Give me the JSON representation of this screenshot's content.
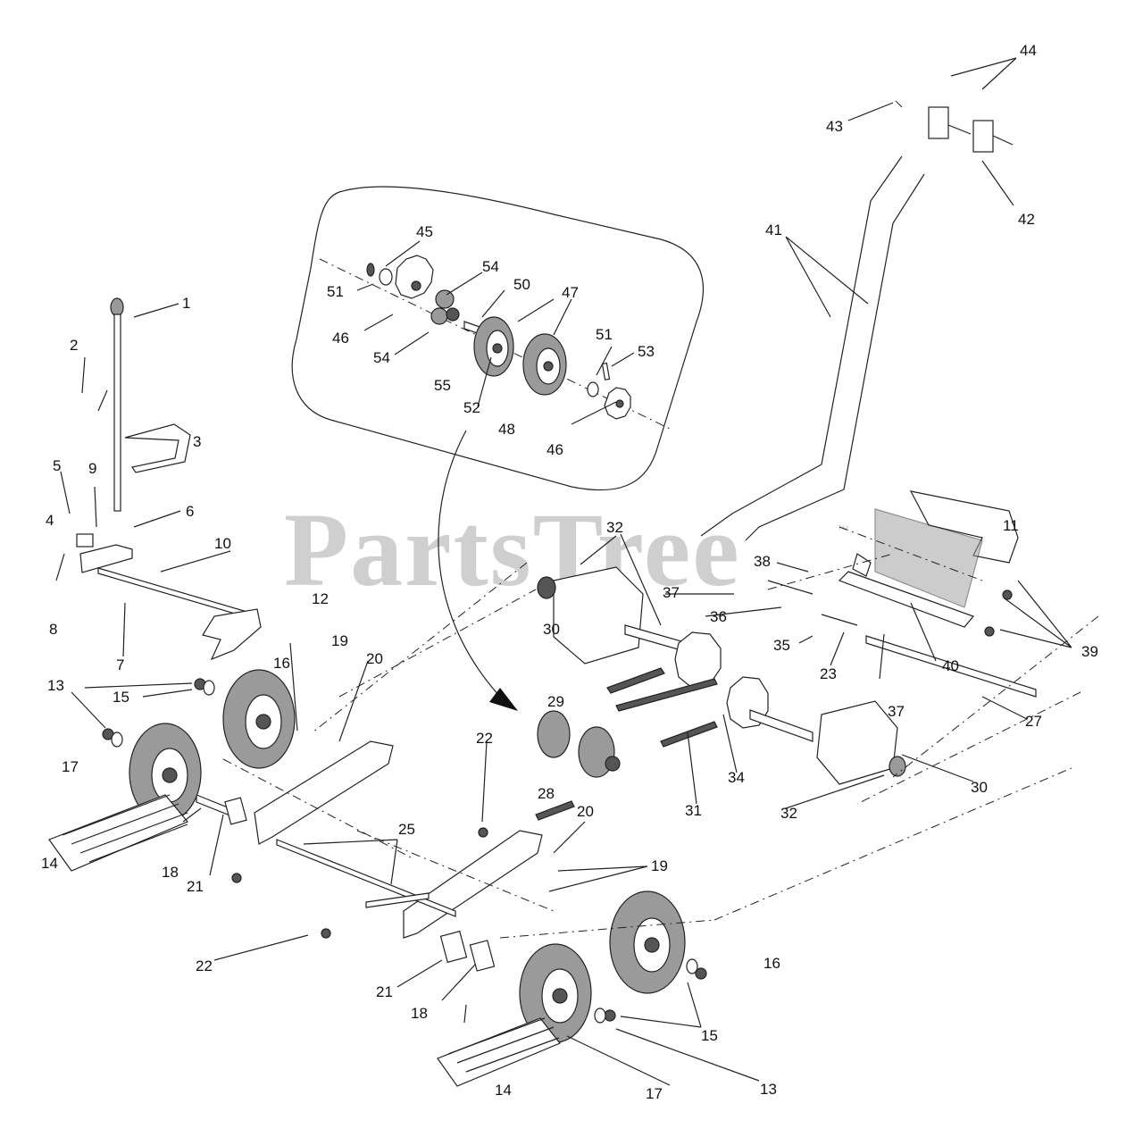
{
  "watermark": {
    "text": "PartsTree",
    "trademark": "™"
  },
  "callouts": [
    "1",
    "2",
    "3",
    "4",
    "5",
    "6",
    "7",
    "8",
    "9",
    "10",
    "11",
    "12",
    "13",
    "14",
    "15",
    "16",
    "17",
    "18",
    "19",
    "20",
    "21",
    "22",
    "23",
    "25",
    "27",
    "28",
    "29",
    "30",
    "31",
    "32",
    "34",
    "35",
    "36",
    "37",
    "38",
    "39",
    "40",
    "41",
    "42",
    "43",
    "44",
    "45",
    "46",
    "47",
    "48",
    "50",
    "51",
    "52",
    "53",
    "54",
    "55"
  ]
}
